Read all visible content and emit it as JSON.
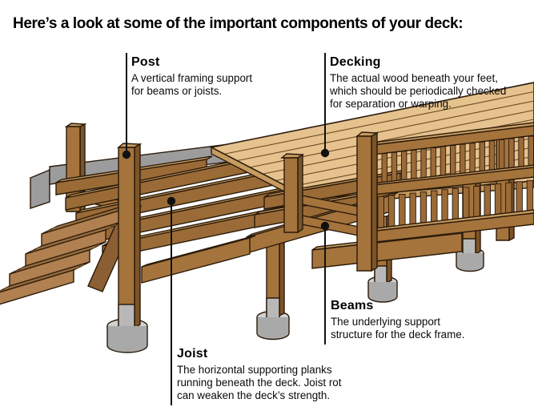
{
  "title": "Here’s a look at some of the important components of your deck:",
  "labels": {
    "post": {
      "heading": "Post",
      "lines": [
        "A vertical framing support",
        "for beams or joists."
      ]
    },
    "decking": {
      "heading": "Decking",
      "lines": [
        "The actual wood beneath your feet,",
        "which should be periodically checked",
        "for separation or warping."
      ]
    },
    "joist": {
      "heading": "Joist",
      "lines": [
        "The horizontal supporting planks",
        "running beneath the deck. Joist rot",
        "can weaken the deck’s strength."
      ]
    },
    "beams": {
      "heading": "Beams",
      "lines": [
        "The underlying support",
        "structure for the deck frame."
      ]
    }
  },
  "illustration": {
    "components": [
      "stairs",
      "post",
      "joists",
      "decking",
      "beams",
      "railing",
      "concrete footings",
      "ledger board"
    ],
    "colors": {
      "wood_light": "#E5C28E",
      "wood_top": "#C79B60",
      "wood_front": "#A5743C",
      "wood_side": "#7D5428",
      "joist_front": "#9A6B36",
      "riser": "#B08050",
      "stringer": "#8B5E34",
      "ledger_gray": "#9C9C9C",
      "concrete_gray": "#A9A9A9",
      "concrete_top": "#D2D2D2",
      "outline": "#2A1A0A",
      "leader": "#111111",
      "background": "#FFFFFF"
    }
  }
}
